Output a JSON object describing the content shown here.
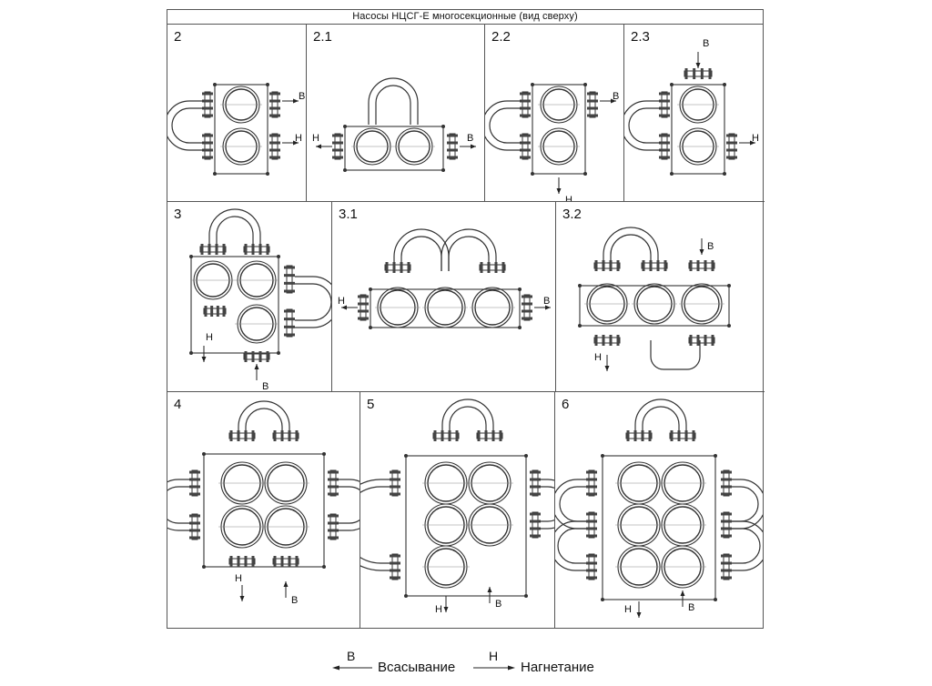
{
  "title": "Насосы НЦСГ-Е многосекционные (вид сверху)",
  "diagrams": [
    {
      "label": "2"
    },
    {
      "label": "2.1"
    },
    {
      "label": "2.2"
    },
    {
      "label": "2.3"
    },
    {
      "label": "3"
    },
    {
      "label": "3.1"
    },
    {
      "label": "3.2"
    },
    {
      "label": "4"
    },
    {
      "label": "5"
    },
    {
      "label": "6"
    }
  ],
  "port_letters": {
    "suction": "В",
    "discharge": "Н"
  },
  "legend": {
    "suction_letter": "В",
    "suction_text": "Всасывание",
    "discharge_letter": "Н",
    "discharge_text": "Нагнетание"
  }
}
